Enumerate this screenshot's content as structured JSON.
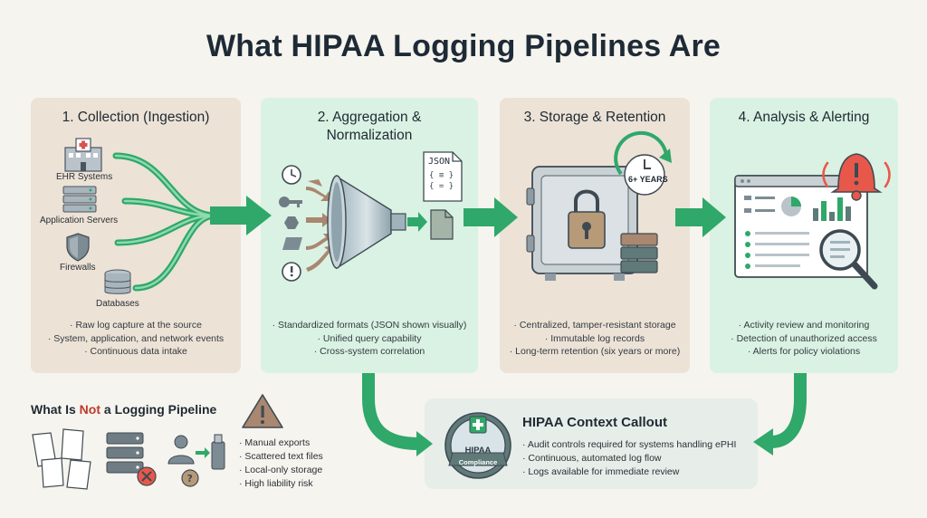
{
  "title": "What HIPAA Logging Pipelines Are",
  "stages": [
    {
      "title": "1. Collection (Ingestion)",
      "sources": [
        "EHR Systems",
        "Application Servers",
        "Firewalls",
        "Databases"
      ],
      "bullets": [
        "· Raw log capture at the source",
        "· System, application, and network events",
        "· Continuous data intake"
      ]
    },
    {
      "title_line1": "2. Aggregation &",
      "title_line2": "Normalization",
      "json_label": "JSON",
      "bullets": [
        "· Standardized formats (JSON shown visually)",
        "· Unified query capability",
        "· Cross-system correlation"
      ]
    },
    {
      "title": "3. Storage & Retention",
      "years_label": "6+ YEARS",
      "bullets": [
        "· Centralized, tamper-resistant storage",
        "· Immutable log records",
        "· Long-term retention (six years or more)"
      ]
    },
    {
      "title": "4. Analysis & Alerting",
      "bullets": [
        "· Activity review and monitoring",
        "· Detection of unauthorized access",
        "· Alerts for policy violations"
      ]
    }
  ],
  "not_pipeline": {
    "title_pre": "What Is ",
    "title_red": "Not",
    "title_post": " a Logging Pipeline",
    "items": [
      "· Manual exports",
      "· Scattered text files",
      "· Local-only storage",
      "· High liability risk"
    ]
  },
  "callout": {
    "title": "HIPAA Context Callout",
    "badge_label": "HIPAA",
    "badge_sub": "Compliance",
    "items": [
      "· Audit controls required for systems handling ePHI",
      "· Continuous, automated log flow",
      "· Logs available for immediate review"
    ]
  },
  "colors": {
    "tan_panel": "#ece2d6",
    "mint_panel": "#d9f2e3",
    "arrow_green": "#2fa86a",
    "alert_red": "#e8584a",
    "icon_slate": "#7d8c94"
  }
}
